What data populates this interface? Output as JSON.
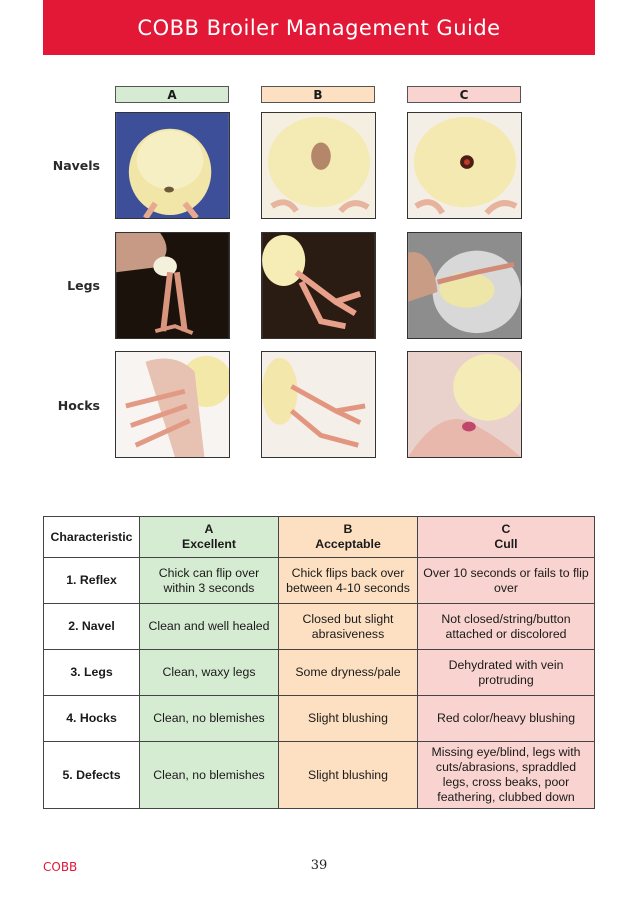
{
  "header": {
    "title": "COBB Broiler Management Guide"
  },
  "photo_grid": {
    "columns": [
      "A",
      "B",
      "C"
    ],
    "rows": [
      "Navels",
      "Legs",
      "Hocks"
    ]
  },
  "table": {
    "headers": {
      "characteristic": "Characteristic",
      "a_letter": "A",
      "a_grade": "Excellent",
      "b_letter": "B",
      "b_grade": "Acceptable",
      "c_letter": "C",
      "c_grade": "Cull"
    },
    "rows": [
      {
        "name": "1. Reflex",
        "a": "Chick can flip over within 3 seconds",
        "b": "Chick flips back over between 4-10 seconds",
        "c": "Over 10 seconds or fails to flip over"
      },
      {
        "name": "2. Navel",
        "a": "Clean and well healed",
        "b": "Closed but slight abrasiveness",
        "c": "Not closed/string/button attached or discolored"
      },
      {
        "name": "3. Legs",
        "a": "Clean, waxy legs",
        "b": "Some dryness/pale",
        "c": "Dehydrated with vein protruding"
      },
      {
        "name": "4. Hocks",
        "a": "Clean, no blemishes",
        "b": "Slight blushing",
        "c": "Red color/heavy blushing"
      },
      {
        "name": "5. Defects",
        "a": "Clean, no blemishes",
        "b": "Slight blushing",
        "c": "Missing eye/blind, legs with cuts/abrasions, spraddled legs, cross beaks, poor feathering, clubbed down"
      }
    ]
  },
  "footer": {
    "brand": "COBB",
    "page_number": "39"
  },
  "colors": {
    "brand_red": "#e31837",
    "grade_a": "#d6ecd2",
    "grade_b": "#fde0c2",
    "grade_c": "#f9d3cf"
  }
}
